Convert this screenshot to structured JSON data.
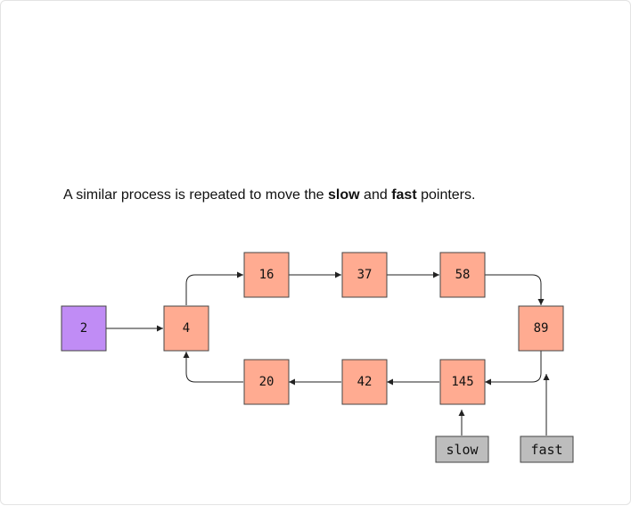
{
  "caption": {
    "before": "A similar process is repeated to move the ",
    "bold1": "slow",
    "middle": " and ",
    "bold2": "fast",
    "after": " pointers."
  },
  "colors": {
    "start_node": "#c08cf5",
    "cycle_node": "#ffab91",
    "pointer_box": "#bdbdbd",
    "edge": "#222222"
  },
  "diagram": {
    "nodes": {
      "n2": "2",
      "n4": "4",
      "n16": "16",
      "n37": "37",
      "n58": "58",
      "n89": "89",
      "n145": "145",
      "n42": "42",
      "n20": "20"
    },
    "pointers": {
      "slow": "slow",
      "fast": "fast"
    }
  }
}
